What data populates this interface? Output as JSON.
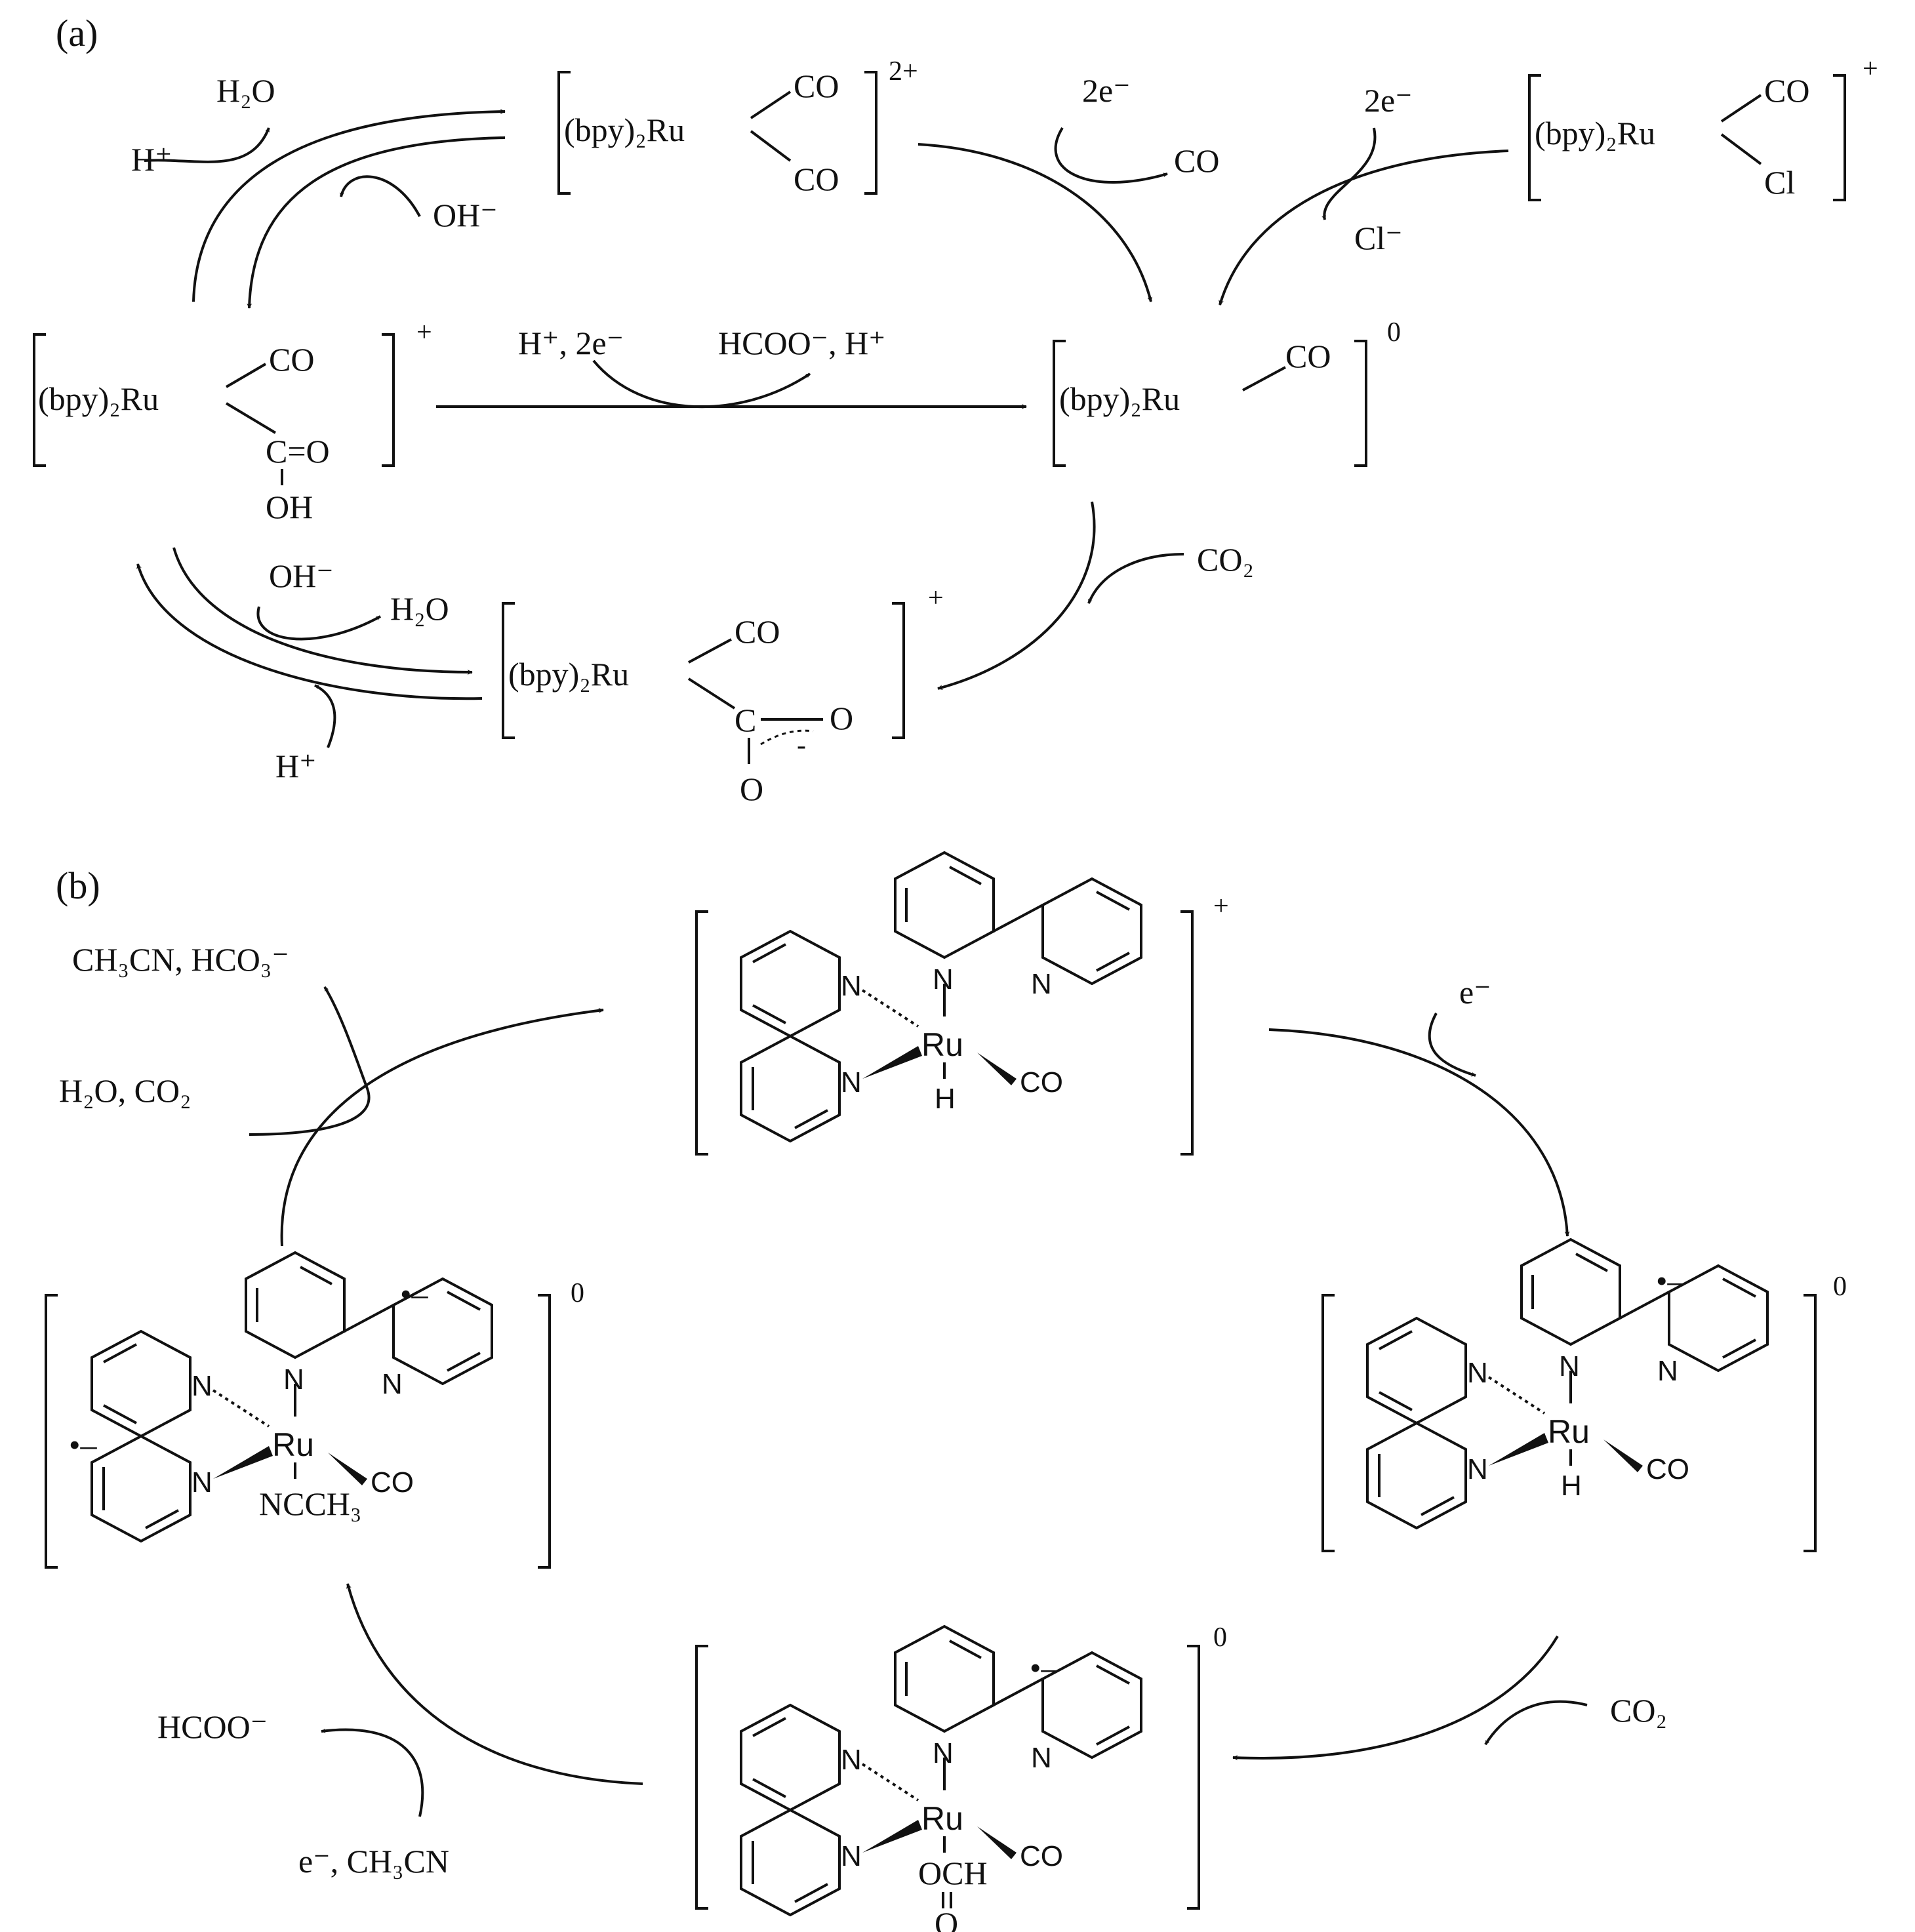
{
  "panels": {
    "a": "(a)",
    "b": "(b)"
  },
  "a": {
    "dicarbonyl": {
      "ru": "(bpy)₂Ru",
      "l1": "CO",
      "l2": "CO",
      "charge": "2+"
    },
    "chloro": {
      "ru": "(bpy)₂Ru",
      "l1": "CO",
      "l2": "Cl",
      "charge": "+"
    },
    "carboxylic": {
      "ru": "(bpy)₂Ru",
      "l1": "CO",
      "c": "C=O",
      "oh": "OH",
      "charge": "+"
    },
    "zero": {
      "ru": "(bpy)₂Ru",
      "l1": "CO",
      "charge": "0"
    },
    "carboxylate": {
      "ru": "(bpy)₂Ru",
      "l1": "CO",
      "c": "C",
      "o1": "O",
      "o2": "O",
      "neg": "-",
      "charge": "+"
    },
    "labels": {
      "h2o_top": "H₂O",
      "hplus_top": "H⁺",
      "oh_top": "OH⁻",
      "e2_mid": "2e⁻",
      "co_rel": "CO",
      "e2_right": "2e⁻",
      "cl_rel": "Cl⁻",
      "h2e": "H⁺, 2e⁻",
      "hcoo": "HCOO⁻, H⁺",
      "co2_a": "CO₂",
      "oh_bottom": "OH⁻",
      "h2o_bottom": "H₂O",
      "hplus_bottom": "H⁺"
    }
  },
  "b": {
    "atoms": {
      "n": "N",
      "ru": "Ru",
      "h": "H",
      "co": "CO",
      "nccH3": "NCCH₃",
      "och": "OCH",
      "o": "O",
      "rad": "•–"
    },
    "charges": {
      "top": "+",
      "right": "0",
      "bottom": "0",
      "left": "0"
    },
    "labels": {
      "e_top": "e⁻",
      "co2_b": "CO₂",
      "hcoo_b": "HCOO⁻",
      "e_ch3cn": "e⁻, CH₃CN",
      "ch3cn_hco3": "CH₃CN, HCO₃⁻",
      "h2o_co2": "H₂O, CO₂"
    }
  }
}
